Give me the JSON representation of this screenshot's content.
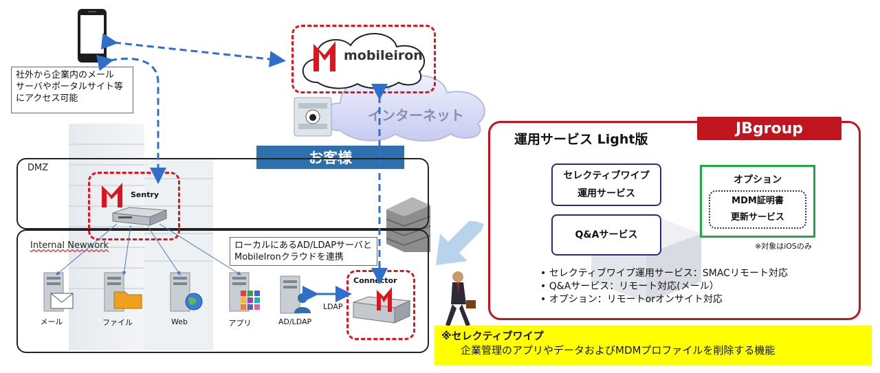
{
  "cloud": {
    "brand": "mobileiron",
    "label": "インターネット"
  },
  "phone_callout": [
    "社外から企業内のメール",
    "サーバやポータルサイト等",
    "にアクセス可能"
  ],
  "customer_banner": "お客様",
  "zones": {
    "dmz": "DMZ",
    "internal": "Internal Newwork"
  },
  "sentry_label": "Sentry",
  "connector_label": "Connector",
  "ldap_callout": [
    "ローカルにあるAD/LDAPサーバと",
    "MobileIronクラウドを連携"
  ],
  "ldap_link_label": "LDAP",
  "devices": [
    {
      "label": "メール",
      "icon": "mail-server-icon"
    },
    {
      "label": "ファイル",
      "icon": "file-server-icon"
    },
    {
      "label": "Web",
      "icon": "web-server-icon"
    },
    {
      "label": "アプリ",
      "icon": "app-server-icon"
    },
    {
      "label": "AD/LDAP",
      "icon": "ad-ldap-server-icon"
    }
  ],
  "service_panel": {
    "title": "運用サービス Light版",
    "badge": "JBgroup",
    "boxes": [
      [
        "セレクティブワイプ",
        "運用サービス"
      ],
      [
        "Q&Aサービス"
      ]
    ],
    "option": {
      "title": "オプション",
      "items": [
        "MDM証明書",
        "更新サービス"
      ],
      "note": "※対象はiOSのみ"
    },
    "bullets": [
      "セレクティブワイプ運用サービス：SMACリモート対応",
      "Q&Aサービス：リモート対応(メール）",
      "オプション：リモートorオンサイト対応"
    ]
  },
  "note_box": {
    "title": "※セレクティブワイプ",
    "body": "企業管理のアプリやデータおよびMDMプロファイルを削除する機能"
  },
  "colors": {
    "accent_red": "#e0141e",
    "banner_blue": "#2e6fad",
    "option_green": "#22a64a",
    "note_yellow": "#ffff00",
    "dash_blue": "#2f6fcb"
  }
}
